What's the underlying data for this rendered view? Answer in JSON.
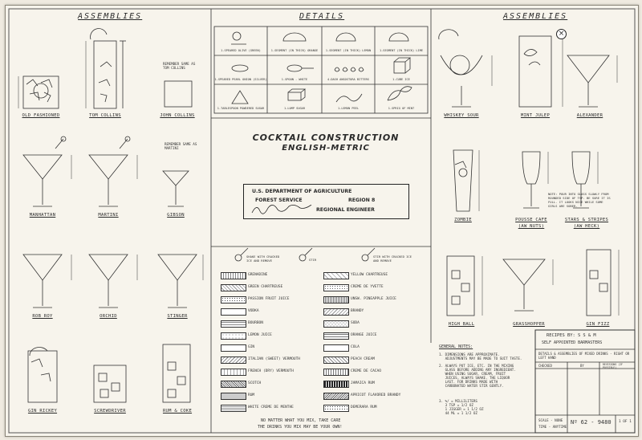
{
  "headers": {
    "left": "ASSEMBLIES",
    "center": "DETAILS",
    "right": "ASSEMBLIES"
  },
  "title": {
    "line1": "COCKTAIL CONSTRUCTION",
    "line2": "ENGLISH-METRIC"
  },
  "agency": {
    "line1": "U.S. DEPARTMENT OF AGRICULTURE",
    "line2a": "FOREST SERVICE",
    "line2b": "REGION 8",
    "line3": "REGIONAL ENGINEER"
  },
  "drinks": {
    "old_fashioned": "OLD FASHIONED",
    "tom_collins": "TOM COLLINS",
    "john_collins": "JOHN COLLINS",
    "john_collins_note": "REMEMBER SAME AS TOM COLLINS",
    "manhattan": "MANHATTAN",
    "martini": "MARTINI",
    "gibson": "GIBSON",
    "gibson_note": "REMEMBER SAME AS MARTINI",
    "rob_roy": "ROB ROY",
    "orchid": "ORCHID",
    "stinger": "STINGER",
    "gin_rickey": "GIN RICKEY",
    "screwdriver": "SCREWDRIVER",
    "rum_coke": "RUM & COKE",
    "whiskey_sour": "WHISKEY SOUR",
    "mint_julep": "MINT JULEP",
    "alexander": "ALEXANDER",
    "zombie": "ZOMBIE",
    "pousse_cafe": "POUSSE CAFE",
    "pousse_cafe_sub": "(AW NUTS)",
    "stars_stripes": "STARS & STRIPES",
    "stars_stripes_sub": "(AW HECK)",
    "high_ball": "HIGH BALL",
    "grasshopper": "GRASSHOPPER",
    "gin_fizz": "GIN FIZZ"
  },
  "details": [
    "1-SPEARED OLIVE (GREEN)",
    "1-SEGMENT (IN THICK) ORANGE",
    "1-SEGMENT (IN THICK) LEMON",
    "1-SEGMENT (IN THICK) LIME",
    "1-SPEARED PEARL ONION (SILVER)",
    "1-SPOON - WHITE",
    "4-DASH ANGOSTURA BITTERS",
    "1-CUBE ICE",
    "1-TABLESPOON POWDERED SUGAR",
    "1-LUMP SUGAR",
    "1-LEMON PEEL",
    "1-SPRIG OF MINT"
  ],
  "legend_symbols": [
    "SHAKE WITH CRACKED ICE AND REMOVE",
    "STIR",
    "STIR WITH CRACKED ICE AND REMOVE"
  ],
  "legend_left": [
    "GRENADINE",
    "GREEN CHARTREUSE",
    "PASSION FRUIT JUICE",
    "VODKA",
    "BOURBON",
    "LEMON JUICE",
    "GIN",
    "ITALIAN (SWEET) VERMOUTH",
    "FRENCH (DRY) VERMOUTH",
    "SCOTCH",
    "RUM",
    "WHITE CREME DE MENTHE"
  ],
  "legend_right": [
    "YELLOW CHARTREUSE",
    "CREME DE YVETTE",
    "UNSW. PINEAPPLE JUICE",
    "BRANDY",
    "SODA",
    "ORANGE JUICE",
    "COLA",
    "PEACH CREAM",
    "CREME DE CACAO",
    "JAMAICA RUM",
    "APRICOT FLAVORED BRANDY",
    "DEMERARA RUM"
  ],
  "footer": {
    "line1": "NO MATTER WHAT YOU MIX, TAKE CARE",
    "line2": "THE DRINKS YOU MIX MAY BE YOUR OWN!"
  },
  "notes": {
    "heading": "GENERAL NOTES:",
    "n1": "1. DIMENSIONS ARE APPROXIMATE.\n   ADJUSTMENTS MAY BE MADE TO SUIT TASTE.",
    "n2": "2. ALWAYS PUT ICE, ETC. IN THE MIXING\n   GLASS BEFORE ADDING ANY INGREDIENT.\n   WHEN USING SUGAR, CREAM, FRUIT\n   JUICES, ALWAYS SHAKE. THE LIQUOR\n   LAST. FOR DRINKS MADE WITH\n   CARBONATED WATER STIR GENTLY.",
    "n3": "3. %/ = MILLILITERS\n   3 TSP = 1/2 OZ\n   1 JIGGER = 1 1/2 OZ\n   44 ML = 1 1/2 OZ"
  },
  "title_block": {
    "recipes": "RECIPES BY: S S & M",
    "recipes2": "SELF APPOINTED BARMASTERS",
    "desc": "DETAILS & ASSEMBLIES OF MIXED DRINKS - RIGHT OR LEFT HAND",
    "checked": "CHECKED",
    "by": "BY",
    "revisions": "REVISIONS (IF POSSIBLE)",
    "scale": "SCALE - NONE",
    "time": "TIME - ANYTIME",
    "number": "Nº 62 - 9480",
    "sheet": "1 OF 1"
  },
  "right_notes": "NOTE: POUR INTO GLASS SLOWLY FROM ROUNDED SIDE OF TSP. BE SURE IT IS FULL. IT LOOKS NICE WHILE SOME GIRLS ARE SOBER.",
  "close_icon": "×"
}
